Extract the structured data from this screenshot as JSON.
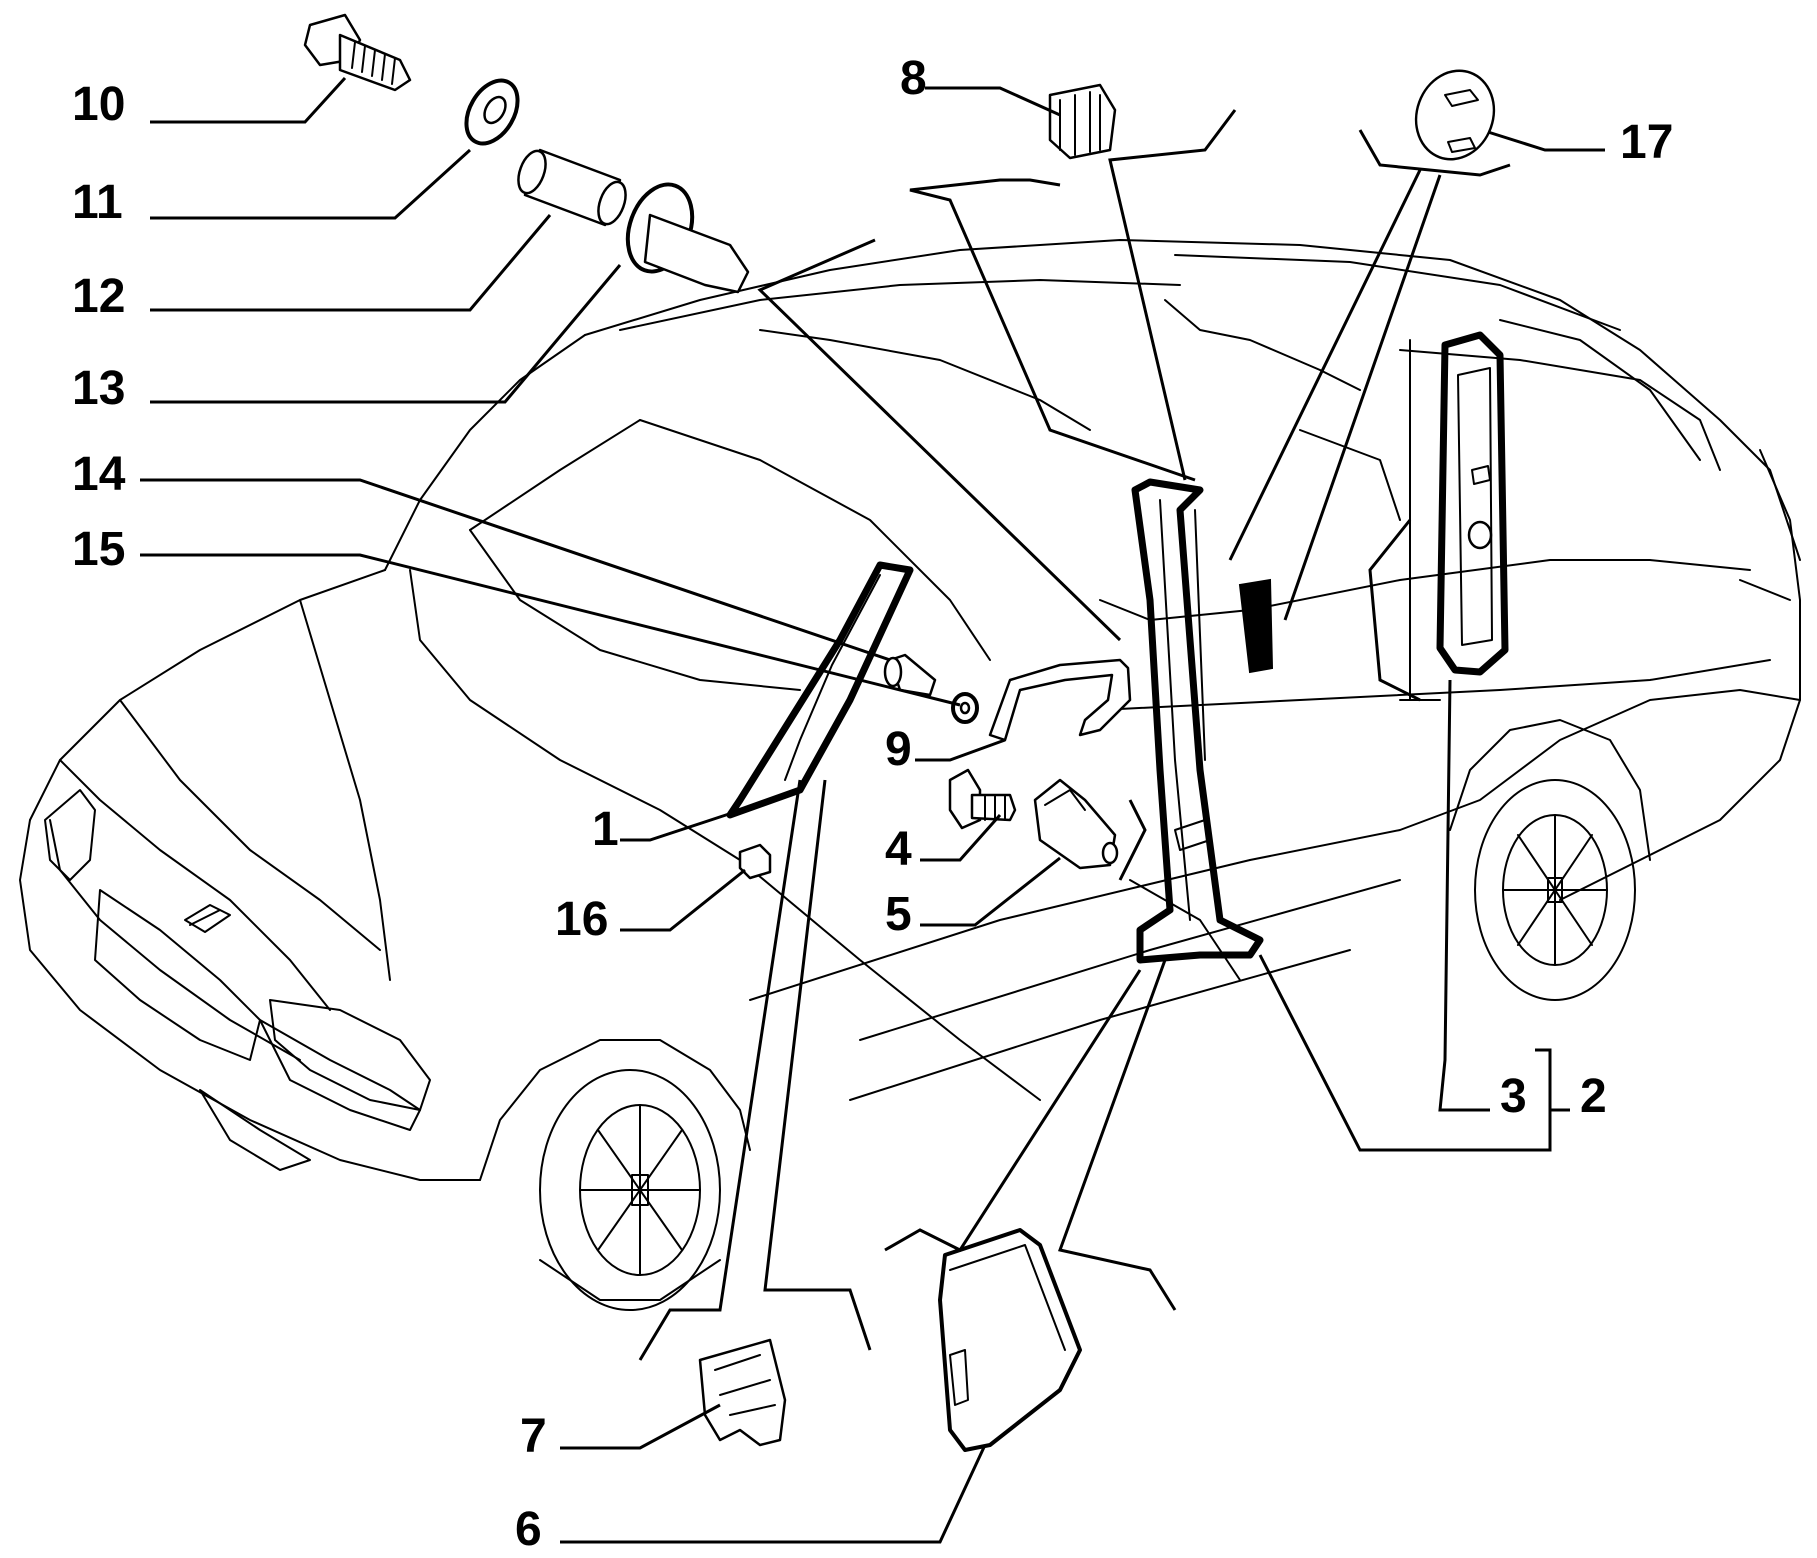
{
  "diagram": {
    "callouts": [
      {
        "id": "10",
        "label": "10"
      },
      {
        "id": "11",
        "label": "11"
      },
      {
        "id": "12",
        "label": "12"
      },
      {
        "id": "13",
        "label": "13"
      },
      {
        "id": "14",
        "label": "14"
      },
      {
        "id": "15",
        "label": "15"
      },
      {
        "id": "8",
        "label": "8"
      },
      {
        "id": "17",
        "label": "17"
      },
      {
        "id": "9",
        "label": "9"
      },
      {
        "id": "1",
        "label": "1"
      },
      {
        "id": "4",
        "label": "4"
      },
      {
        "id": "5",
        "label": "5"
      },
      {
        "id": "16",
        "label": "16"
      },
      {
        "id": "3",
        "label": "3"
      },
      {
        "id": "2",
        "label": "2"
      },
      {
        "id": "7",
        "label": "7"
      },
      {
        "id": "6",
        "label": "6"
      }
    ]
  }
}
